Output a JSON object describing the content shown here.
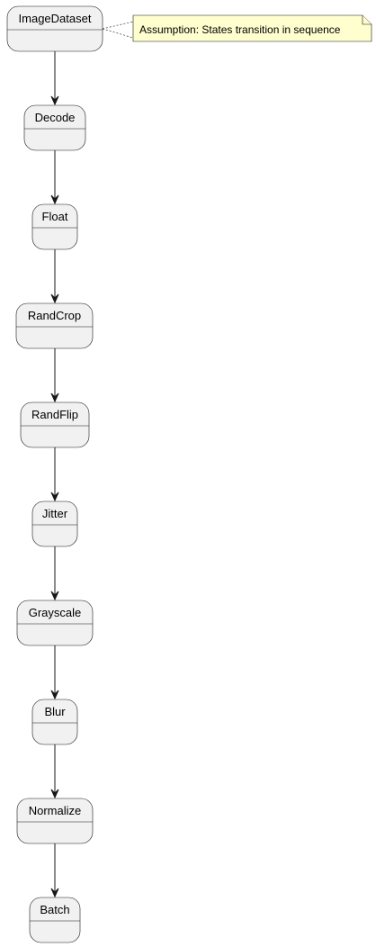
{
  "diagram": {
    "states": [
      {
        "id": "image-dataset",
        "label": "ImageDataset"
      },
      {
        "id": "decode",
        "label": "Decode"
      },
      {
        "id": "float",
        "label": "Float"
      },
      {
        "id": "rand-crop",
        "label": "RandCrop"
      },
      {
        "id": "rand-flip",
        "label": "RandFlip"
      },
      {
        "id": "jitter",
        "label": "Jitter"
      },
      {
        "id": "grayscale",
        "label": "Grayscale"
      },
      {
        "id": "blur",
        "label": "Blur"
      },
      {
        "id": "normalize",
        "label": "Normalize"
      },
      {
        "id": "batch",
        "label": "Batch"
      }
    ],
    "transitions": [
      {
        "from": "image-dataset",
        "to": "decode"
      },
      {
        "from": "decode",
        "to": "float"
      },
      {
        "from": "float",
        "to": "rand-crop"
      },
      {
        "from": "rand-crop",
        "to": "rand-flip"
      },
      {
        "from": "rand-flip",
        "to": "jitter"
      },
      {
        "from": "jitter",
        "to": "grayscale"
      },
      {
        "from": "grayscale",
        "to": "blur"
      },
      {
        "from": "blur",
        "to": "normalize"
      },
      {
        "from": "normalize",
        "to": "batch"
      }
    ],
    "note": {
      "text": "Assumption: States transition in sequence",
      "attached_to": "image-dataset"
    },
    "colors": {
      "state_fill": "#f1f1f1",
      "state_border": "#181818",
      "note_fill": "#fefece",
      "line": "#181818"
    }
  }
}
